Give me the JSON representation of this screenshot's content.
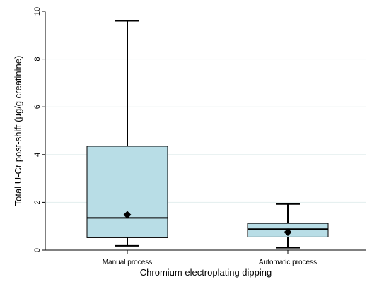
{
  "chart_data": {
    "type": "box",
    "xlabel": "Chromium electroplating dipping",
    "ylabel": "Total U-Cr post-shift (μg/g creatinine)",
    "ylim": [
      0,
      10
    ],
    "yticks": [
      0,
      2,
      4,
      6,
      8,
      10
    ],
    "grid": true,
    "categories": [
      "Manual process",
      "Automatic process"
    ],
    "boxes": [
      {
        "category": "Manual process",
        "min": 0.18,
        "q1": 0.52,
        "median": 1.35,
        "q3": 4.35,
        "max": 9.6,
        "mean": 1.48
      },
      {
        "category": "Automatic process",
        "min": 0.1,
        "q1": 0.55,
        "median": 0.88,
        "q3": 1.12,
        "max": 1.93,
        "mean": 0.75
      }
    ],
    "colors": {
      "box_fill": "#b8dde6",
      "box_stroke": "#000000",
      "grid": "#e3eeee",
      "mean_marker": "#000000"
    },
    "mean_marker_icon": "diamond-icon"
  }
}
